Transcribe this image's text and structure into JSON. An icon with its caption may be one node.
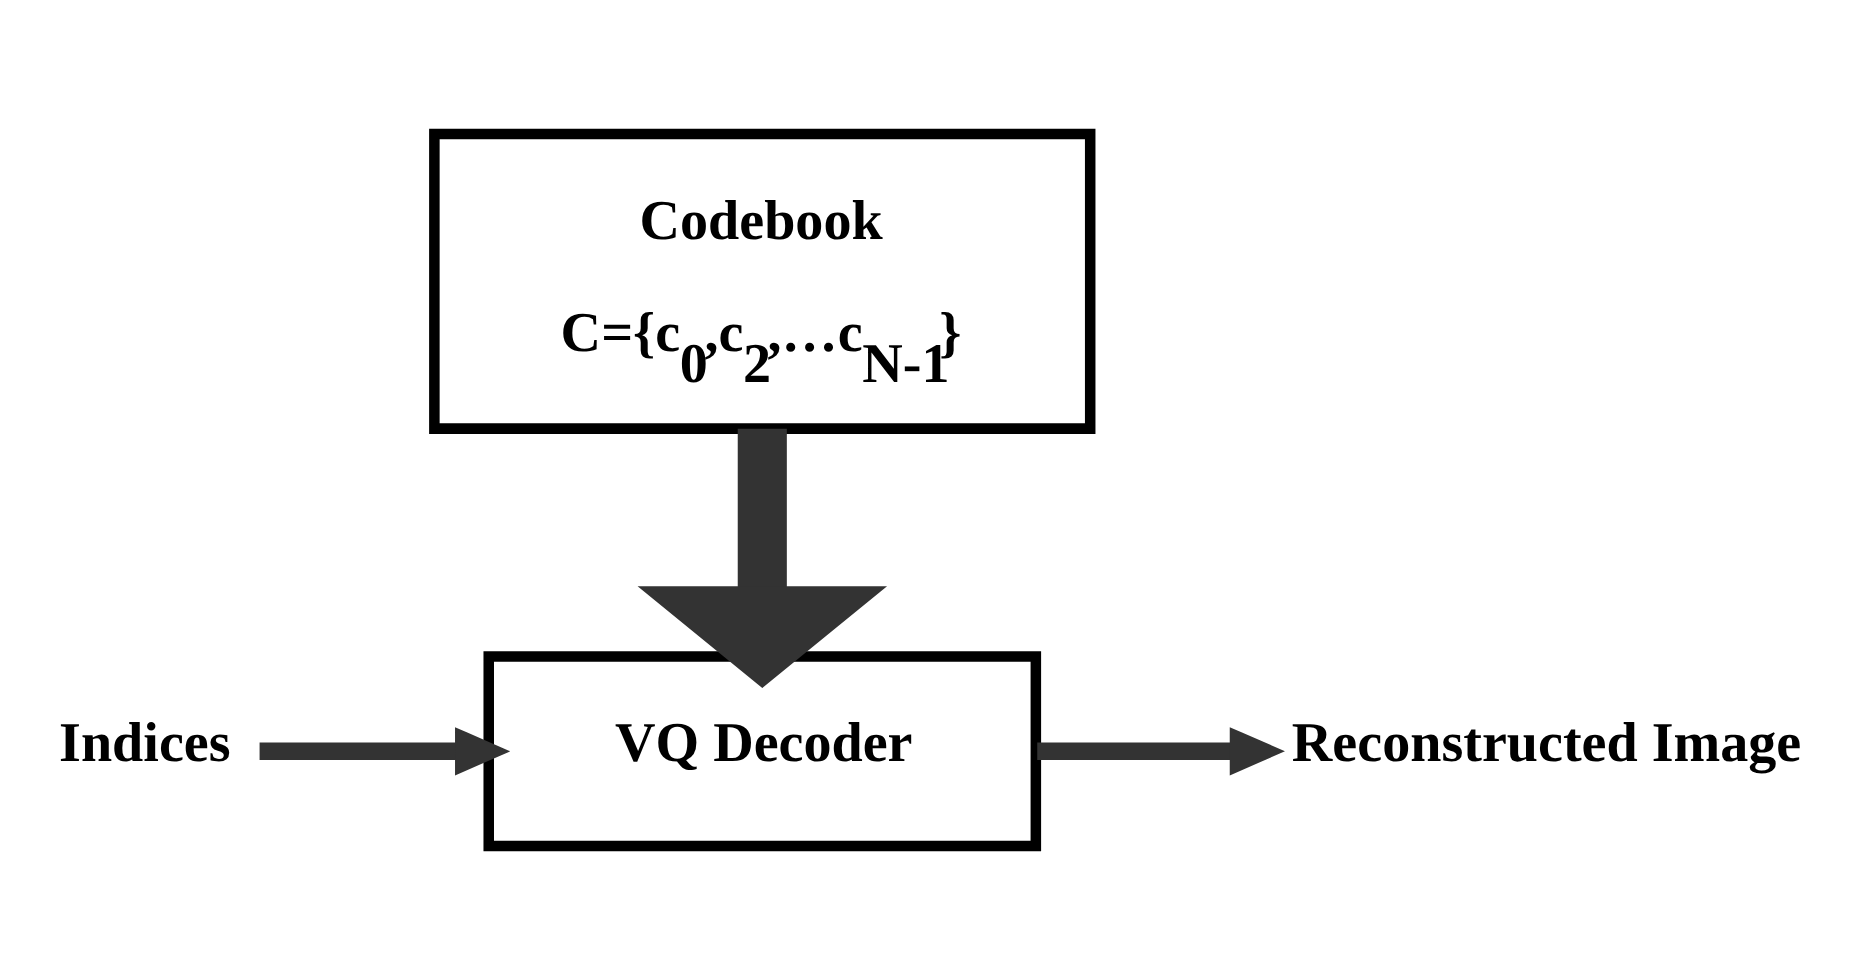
{
  "diagram": {
    "nodes": [
      {
        "text": [
          "Codebook",
          "C={c$_{0}$,c$_{2}$,…c$_{N-1}$}"
        ]
      },
      {
        "text": [
          "VQ Decoder"
        ]
      },
      {
        "text": [
          "Indices"
        ]
      },
      {
        "text": [
          "Reconstructed Image"
        ]
      }
    ],
    "edges": [
      {
        "from": 0,
        "to": 1,
        "arrow": "to",
        "style": "thick"
      },
      {
        "from": 2,
        "to": 1,
        "arrow": "to"
      },
      {
        "from": 1,
        "to": 3,
        "arrow": "to"
      }
    ]
  }
}
